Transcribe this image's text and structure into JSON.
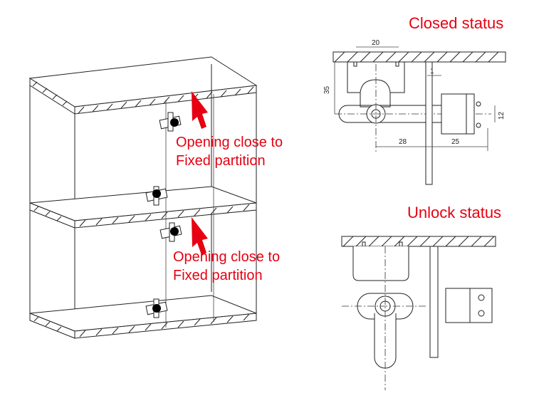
{
  "labels": {
    "closed_status": "Closed status",
    "unlock_status": "Unlock status",
    "callout_top_line1": "Opening close to",
    "callout_top_line2": "Fixed partition",
    "callout_bottom_line1": "Opening close to",
    "callout_bottom_line2": "Fixed partition"
  },
  "dimensions": {
    "d20": "20",
    "d35": "35",
    "d1": "1",
    "d12": "12",
    "d28": "28",
    "d25": "25"
  },
  "colors": {
    "accent": "#e60012",
    "line": "#222222"
  },
  "icons": {
    "callout_arrow": "red-arrow-icon",
    "lock_dot": "lock-knob-icon"
  }
}
